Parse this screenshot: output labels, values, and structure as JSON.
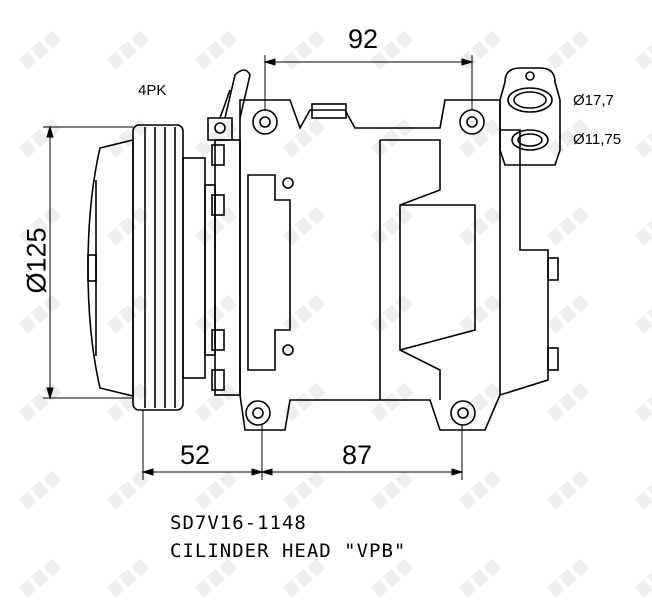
{
  "watermark": "NRF",
  "dimensions": {
    "top_width": "92",
    "pulley_diameter": "Ø125",
    "pulley_offset": "52",
    "bottom_width": "87",
    "port_large": "Ø17,7",
    "port_small": "Ø11,75"
  },
  "belt_type": "4PK",
  "model": "SD7V16-1148",
  "head": "CILINDER HEAD \"VPB\""
}
